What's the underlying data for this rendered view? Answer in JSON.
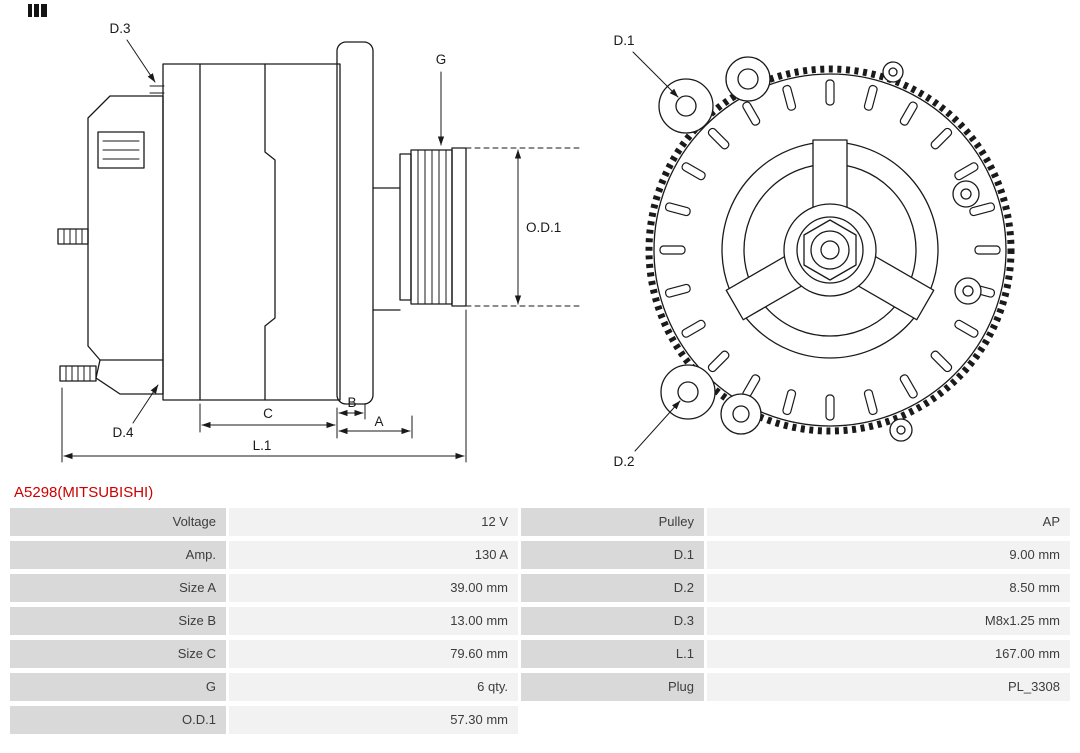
{
  "title": "A5298(MITSUBISHI)",
  "diagram": {
    "side": {
      "d3": "D.3",
      "d4": "D.4",
      "g": "G",
      "od1": "O.D.1",
      "a": "A",
      "b": "B",
      "c": "C",
      "l1": "L.1"
    },
    "front": {
      "d1": "D.1",
      "d2": "D.2"
    }
  },
  "table": {
    "rows": [
      [
        "Voltage",
        "12 V",
        "Pulley",
        "AP"
      ],
      [
        "Amp.",
        "130 A",
        "D.1",
        "9.00 mm"
      ],
      [
        "Size A",
        "39.00 mm",
        "D.2",
        "8.50 mm"
      ],
      [
        "Size B",
        "13.00 mm",
        "D.3",
        "M8x1.25 mm"
      ],
      [
        "Size C",
        "79.60 mm",
        "L.1",
        "167.00 mm"
      ],
      [
        "G",
        "6 qty.",
        "Plug",
        "PL_3308"
      ],
      [
        "O.D.1",
        "57.30 mm",
        "",
        ""
      ]
    ]
  },
  "colors": {
    "title_red": "#cc0000",
    "label_cell_bg": "#d9d9d9",
    "value_cell_bg": "#f2f2f2",
    "line_art": "#1a1a1a"
  }
}
